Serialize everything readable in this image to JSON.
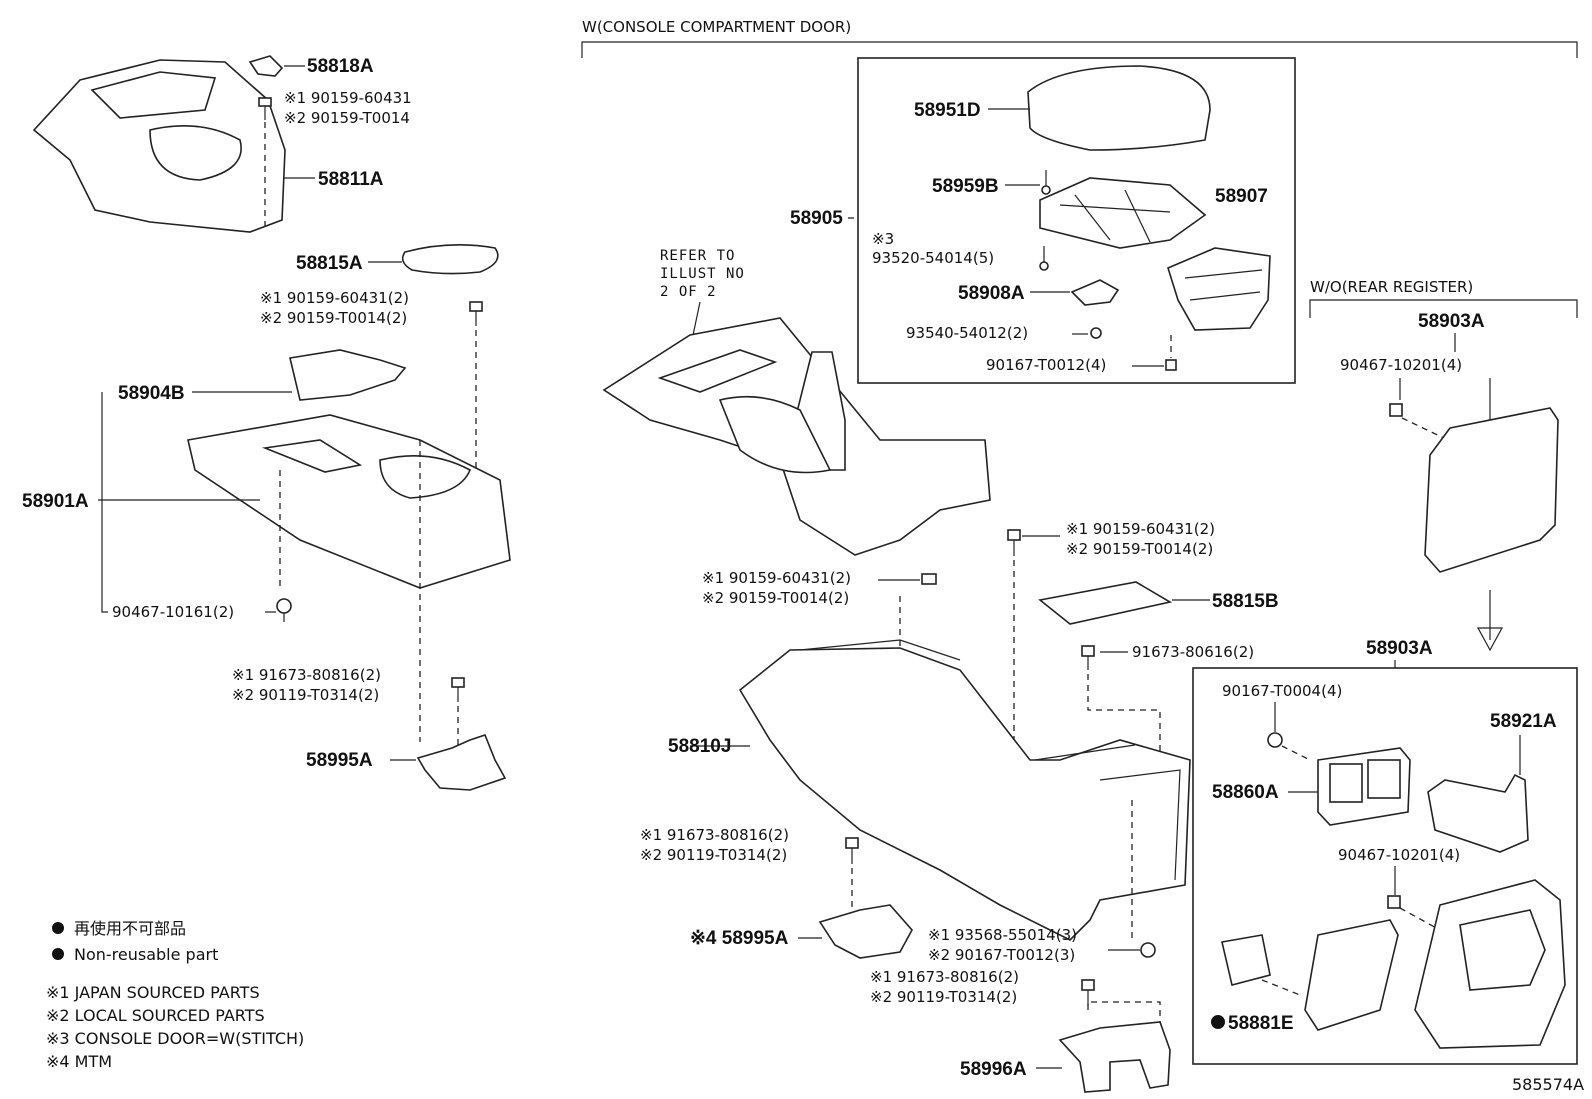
{
  "section_label": "W(CONSOLE COMPARTMENT DOOR)",
  "rear_register_label": "W/O(REAR REGISTER)",
  "refer_note": [
    "REFER TO",
    "ILLUST NO",
    "2 OF 2"
  ],
  "diagram_id": "585574A",
  "legend": {
    "jp_marker_text": "再使用不可部品",
    "en_marker_text": "Non-reusable part",
    "notes": [
      "※1 JAPAN SOURCED PARTS",
      "※2 LOCAL SOURCED PARTS",
      "※3 CONSOLE DOOR=W(STITCH)",
      "※4 MTM"
    ]
  },
  "labels": {
    "p58818A": "58818A",
    "p60431a": "※1 90159-60431",
    "pT0014a": "※2 90159-T0014",
    "p58811A": "58811A",
    "p58815A": "58815A",
    "p60431b": "※1 90159-60431(2)",
    "pT0014b": "※2 90159-T0014(2)",
    "p58904B": "58904B",
    "p58901A": "58901A",
    "p10161": "90467-10161(2)",
    "p80816a": "※1 91673-80816(2)",
    "pT0314a": "※2 90119-T0314(2)",
    "p58995A": "58995A",
    "p58951D": "58951D",
    "p58959B": "58959B",
    "p58907": "58907",
    "p58905": "58905",
    "p3mark": "※3",
    "p54014": "93520-54014(5)",
    "p58908A": "58908A",
    "p54012": "93540-54012(2)",
    "pT0012a": "90167-T0012(4)",
    "p58903A_top": "58903A",
    "p10201a": "90467-10201(4)",
    "p60431c": "※1 90159-60431(2)",
    "pT0014c": "※2 90159-T0014(2)",
    "p60431d": "※1 90159-60431(2)",
    "pT0014d": "※2 90159-T0014(2)",
    "p58815B": "58815B",
    "p80616": "91673-80616(2)",
    "p58810J": "58810J",
    "p80816b": "※1 91673-80816(2)",
    "pT0314b": "※2 90119-T0314(2)",
    "p58995A_b": "※4 58995A",
    "p55014": "※1 93568-55014(3)",
    "pT0012b": "※2 90167-T0012(3)",
    "p80816c": "※1 91673-80816(2)",
    "pT0314c": "※2 90119-T0314(2)",
    "p58996A": "58996A",
    "p58903A_box": "58903A",
    "pT0004": "90167-T0004(4)",
    "p58921A": "58921A",
    "p58860A": "58860A",
    "p10201b": "90467-10201(4)",
    "p58881E": "58881E"
  }
}
